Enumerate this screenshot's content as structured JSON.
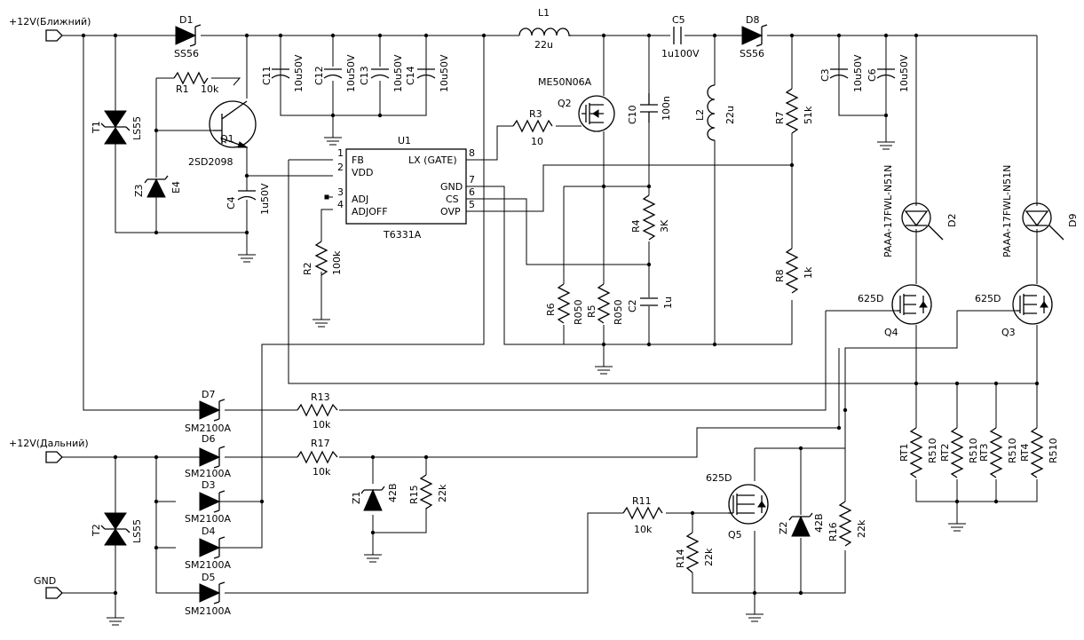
{
  "ports": {
    "p12v_near": "+12V(Ближний)",
    "p12v_far": "+12V(Дальний)",
    "gnd": "GND"
  },
  "D1": {
    "ref": "D1",
    "val": "SS56"
  },
  "D8": {
    "ref": "D8",
    "val": "SS56"
  },
  "D7": {
    "ref": "D7",
    "val": "SM2100A"
  },
  "D6": {
    "ref": "D6",
    "val": "SM2100A"
  },
  "D3": {
    "ref": "D3",
    "val": "SM2100A"
  },
  "D4": {
    "ref": "D4",
    "val": "SM2100A"
  },
  "D5": {
    "ref": "D5",
    "val": "SM2100A"
  },
  "D2": {
    "ref": "D2",
    "val": "PAAA-17FWL-N51N"
  },
  "D9": {
    "ref": "D9",
    "val": "PAAA-17FWL-N51N"
  },
  "L1": {
    "ref": "L1",
    "val": "22u"
  },
  "L2": {
    "ref": "L2",
    "val": "22u"
  },
  "C5": {
    "ref": "C5",
    "val": "1u100V"
  },
  "C11": {
    "ref": "C11",
    "val": "10u50V"
  },
  "C12": {
    "ref": "C12",
    "val": "10u50V"
  },
  "C13": {
    "ref": "C13",
    "val": "10u50V"
  },
  "C14": {
    "ref": "C14",
    "val": "10u50V"
  },
  "C3": {
    "ref": "C3",
    "val": "10u50V"
  },
  "C6": {
    "ref": "C6",
    "val": "10u50V"
  },
  "C4": {
    "ref": "C4",
    "val": "1u50V"
  },
  "C10": {
    "ref": "C10",
    "val": "100n"
  },
  "C2": {
    "ref": "C2",
    "val": "1u"
  },
  "R1": {
    "ref": "R1",
    "val": "10k"
  },
  "R2": {
    "ref": "R2",
    "val": "100k"
  },
  "R3": {
    "ref": "R3",
    "val": "10"
  },
  "R4": {
    "ref": "R4",
    "val": "3K"
  },
  "R5": {
    "ref": "R5",
    "val": "R050"
  },
  "R6": {
    "ref": "R6",
    "val": "R050"
  },
  "R7": {
    "ref": "R7",
    "val": "51k"
  },
  "R8": {
    "ref": "R8",
    "val": "1k"
  },
  "R11": {
    "ref": "R11",
    "val": "10k"
  },
  "R13": {
    "ref": "R13",
    "val": "10k"
  },
  "R14": {
    "ref": "R14",
    "val": "22k"
  },
  "R15": {
    "ref": "R15",
    "val": "22k"
  },
  "R16": {
    "ref": "R16",
    "val": "22k"
  },
  "R17": {
    "ref": "R17",
    "val": "10k"
  },
  "RT1": {
    "ref": "RT1",
    "val": "R510"
  },
  "RT2": {
    "ref": "RT2",
    "val": "R510"
  },
  "RT3": {
    "ref": "RT3",
    "val": "R510"
  },
  "RT4": {
    "ref": "RT4",
    "val": "R510"
  },
  "T1": {
    "ref": "T1",
    "val": "LS55"
  },
  "T2": {
    "ref": "T2",
    "val": "LS55"
  },
  "Z1": {
    "ref": "Z1",
    "val": "42B"
  },
  "Z2": {
    "ref": "Z2",
    "val": "42B"
  },
  "Z3": {
    "ref": "Z3",
    "val": "E4"
  },
  "Q1": {
    "ref": "Q1",
    "val": "2SD2098"
  },
  "Q2": {
    "ref": "Q2",
    "val": "ME50N06A"
  },
  "Q3": {
    "ref": "Q3",
    "val": "625D"
  },
  "Q4": {
    "ref": "Q4",
    "val": "625D"
  },
  "Q5": {
    "ref": "Q5",
    "val": "625D"
  },
  "U1": {
    "ref": "U1",
    "val": "T6331A",
    "pins": {
      "p1": "1",
      "p2": "2",
      "p3": "3",
      "p4": "4",
      "p5": "5",
      "p6": "6",
      "p7": "7",
      "p8": "8"
    },
    "names": {
      "fb": "FB",
      "vdd": "VDD",
      "adj": "ADJ",
      "adjoff": "ADJOFF",
      "lx": "LX (GATE)",
      "gnd": "GND",
      "cs": "CS",
      "ovp": "OVP"
    }
  }
}
